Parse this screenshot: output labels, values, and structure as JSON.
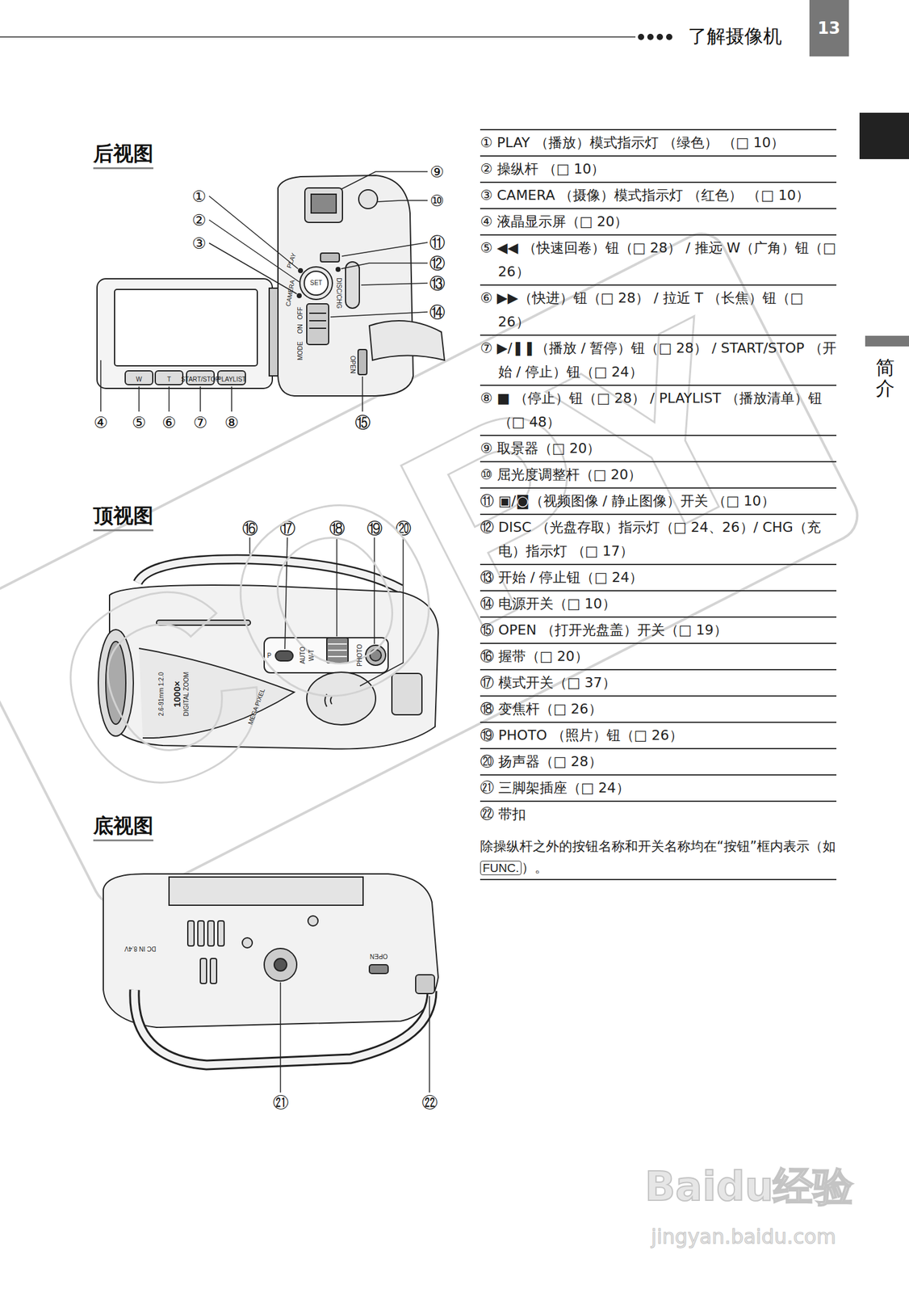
{
  "diagram": {
    "labels": [
      "了解摄像机",
      "13",
      "简介",
      "后视图",
      "①",
      "②",
      "③",
      "④",
      "⑤",
      "⑥",
      "⑦",
      "⑧",
      "⑨",
      "⑩",
      "⑪",
      "⑫",
      "⑬",
      "⑭",
      "⑮",
      "顶视图",
      "⑯",
      "⑰",
      "⑱",
      "⑲",
      "⑳",
      "底视图",
      "㉑",
      "㉒",
      "① PLAY （播放）模式指示灯 （绿色） （□ 10）",
      "② 操纵杆 （□ 10）",
      "③ CAMERA （摄像）模式指示灯 （红色） （□ 10）",
      "④ 液晶显示屏（□ 20）",
      "⑤ ◀◀ （快速回卷）钮（□ 28） / 推远 W（广角）钮（□ 26）",
      "⑥ ▶▶（快进）钮（□ 28） / 拉近 T （长焦）钮（□ 26）",
      "⑦ ▶/❚❚（播放 / 暂停）钮（□ 28） / START/STOP （开始 / 停止）钮（□ 24）",
      "⑧ ■ （停止）钮（□ 28） / PLAYLIST （播放清单）钮（□ 48）",
      "⑨ 取景器（□ 20）",
      "⑩ 屈光度调整杆（□ 20）",
      "⑪ ▣/◙（视频图像 / 静止图像）开关 （□ 10）",
      "⑫ DISC （光盘存取）指示灯（□ 24、26）/ CHG（充电）指示灯 （□ 17）",
      "⑬ 开始 / 停止钮（□ 24）",
      "⑭ 电源开关（□ 10）",
      "⑮ OPEN （打开光盘盖）开关（□ 19）",
      "⑯ 握带（□ 20）",
      "⑰ 模式开关（□ 37）",
      "⑱ 变焦杆（□ 26）",
      "⑲ PHOTO （照片）钮（□ 26）",
      "⑳ 扬声器（□ 28）",
      "㉑ 三脚架插座（□ 24）",
      "㉒ 带扣",
      "除操纵杆之外的按钮名称和开关名称均在“按钮”框内表示（如",
      "FUNC.",
      "）。",
      "COPY",
      "Baidu经验",
      "jingyan.baidu.com",
      "W",
      "T",
      "START/STOP",
      "PLAYLIST",
      "PLAY",
      "CAMERA",
      "SET",
      "DISC/CHG",
      "OPEN",
      "P",
      "AUTO",
      "W-T",
      "PHOTO",
      "1000×",
      "DIGITAL ZOOM",
      "MEGA PIXEL",
      "2.6-91mm 1:2.0",
      "OPEN",
      "DC IN 8.4V",
      "MODE",
      "ON",
      "OFF"
    ]
  }
}
